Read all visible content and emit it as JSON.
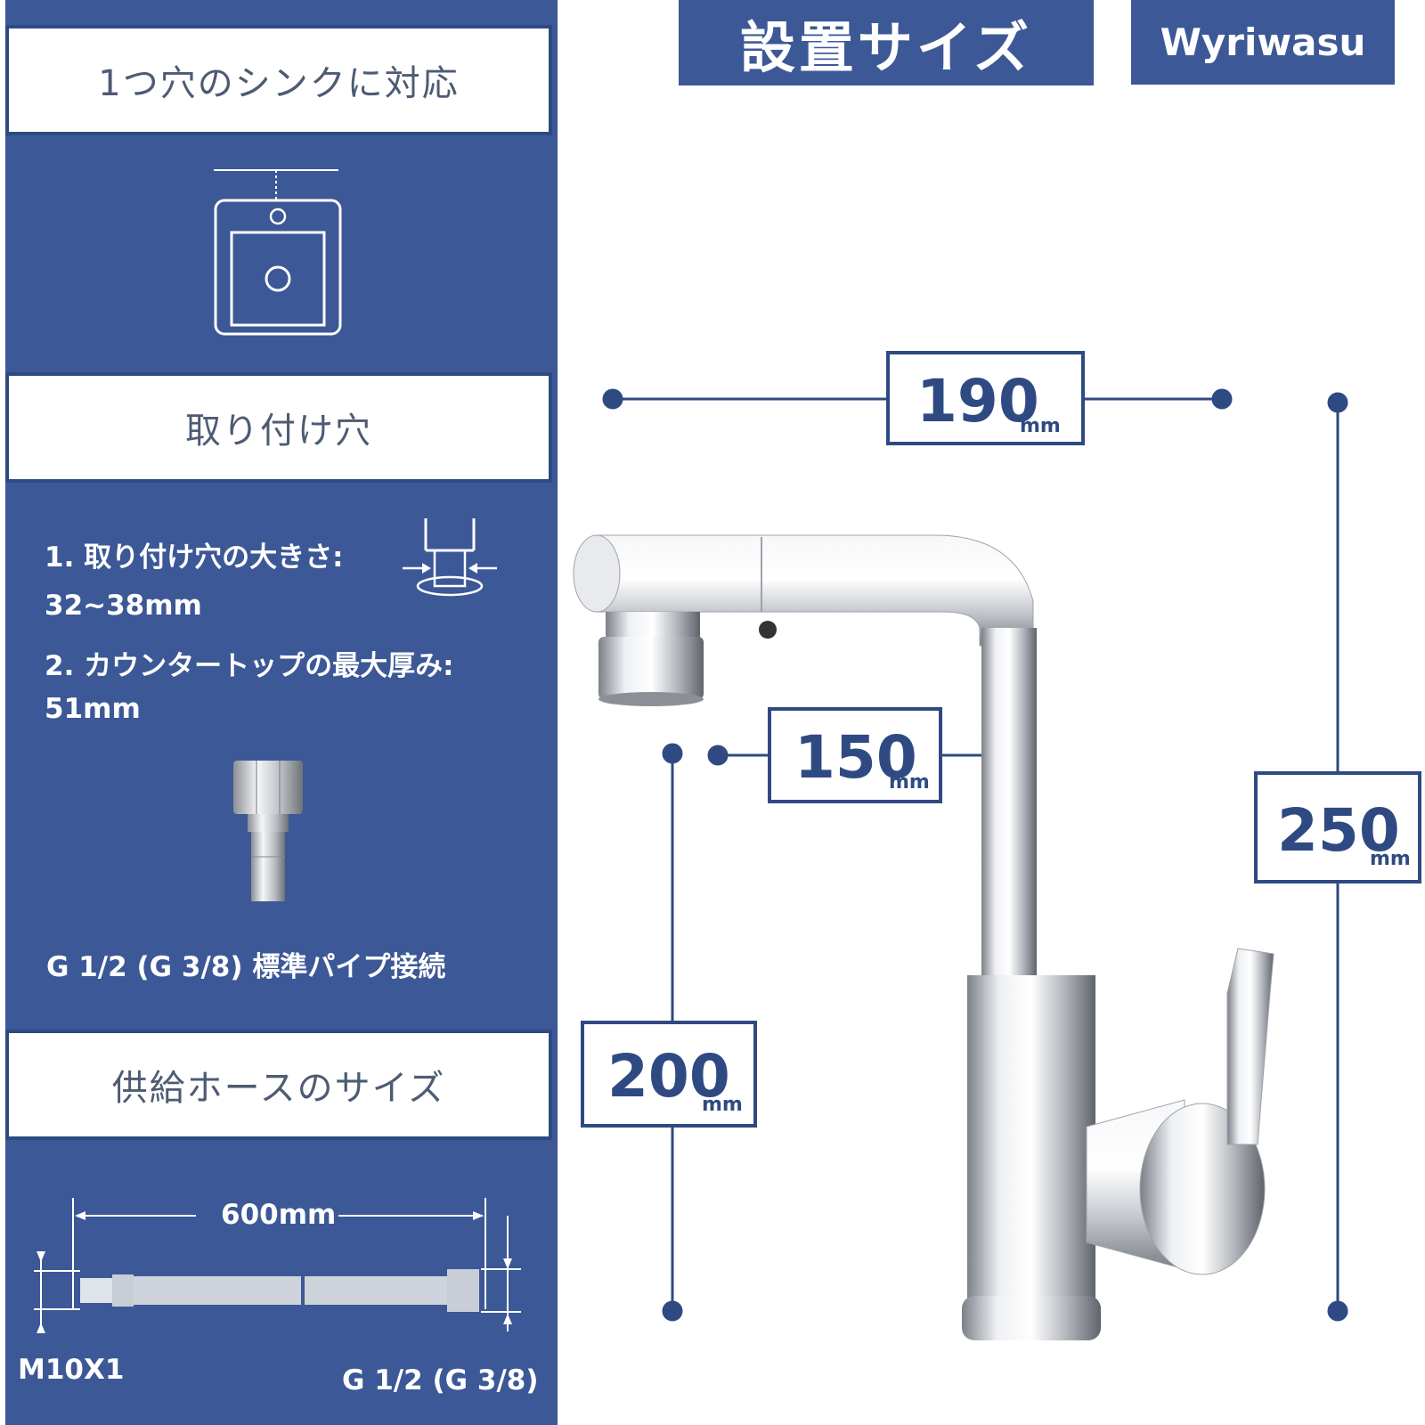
{
  "title": "設置サイズ",
  "brand": "Wyriwasu",
  "sections": {
    "sink": {
      "title": "1つ穴のシンクに対応",
      "icon": "single-hole-sink-icon"
    },
    "mounting": {
      "title": "取り付け穴",
      "hole_size_label": "1. 取り付け穴の大きさ:",
      "hole_size_value": "32~38mm",
      "countertop_label": "2. カウンタートップの最大厚み:",
      "countertop_value": "51mm",
      "fitting_icon": "pipe-fitting-icon",
      "pipe_note": "G 1/2 (G 3/8)  標準パイプ接続"
    },
    "hose": {
      "title": "供給ホースのサイズ",
      "length": "600mm",
      "left_end": "M10X1",
      "right_end": "G 1/2 (G 3/8)"
    }
  },
  "dimensions": {
    "width_top": {
      "value": "190",
      "unit": "mm"
    },
    "reach": {
      "value": "150",
      "unit": "mm"
    },
    "height_total": {
      "value": "250",
      "unit": "mm"
    },
    "spout_height": {
      "value": "200",
      "unit": "mm"
    }
  },
  "colors": {
    "navy": "#3c5896",
    "border": "#2f4a82",
    "text": "#2f4a82"
  },
  "product_image": "pull-out-faucet-photo"
}
